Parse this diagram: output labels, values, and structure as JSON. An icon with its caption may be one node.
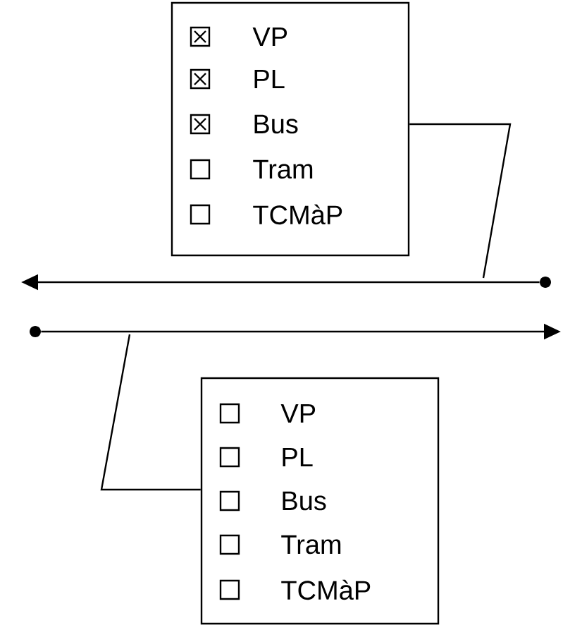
{
  "diagram": {
    "nodes": [
      {
        "text": [],
        "shape": "box"
      },
      {
        "text": [
          "VP"
        ],
        "in": 0
      },
      {
        "text": [
          "PL"
        ],
        "in": 0
      },
      {
        "text": [
          "Bus"
        ],
        "in": 0
      },
      {
        "text": [
          "Tram"
        ],
        "in": 0
      },
      {
        "text": [
          "TCMàP"
        ],
        "in": 0
      },
      {
        "text": [],
        "shape": "box"
      },
      {
        "text": [
          "VP"
        ],
        "in": 6
      },
      {
        "text": [
          "PL"
        ],
        "in": 6
      },
      {
        "text": [
          "Bus"
        ],
        "in": 6
      },
      {
        "text": [
          "Tram"
        ],
        "in": 6
      },
      {
        "text": [
          "TCMàP"
        ],
        "in": 6
      },
      {
        "text": [],
        "shape": "circle"
      },
      {
        "text": [],
        "shape": "circle"
      }
    ],
    "edges": [
      {
        "from": 12,
        "to": null,
        "arrow": "to"
      },
      {
        "from": 13,
        "to": null,
        "arrow": "to"
      },
      {
        "from": 0,
        "to": null,
        "arrow": "none"
      },
      {
        "from": 6,
        "to": null,
        "arrow": "none"
      }
    ]
  }
}
